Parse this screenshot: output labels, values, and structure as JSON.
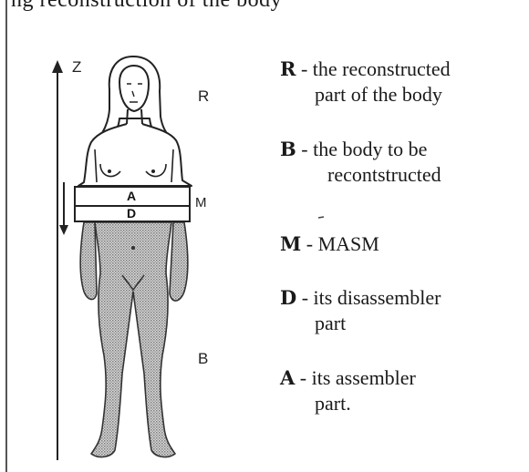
{
  "top_text": "ng  reconstruction of  the body",
  "figure": {
    "axis_label": "Z",
    "region_labels": {
      "r": "R",
      "b": "B",
      "m": "M"
    },
    "band_labels": {
      "a": "A",
      "d": "D"
    }
  },
  "legend": [
    {
      "key": "R",
      "line1": "the reconstructed",
      "line2": "part of the body"
    },
    {
      "key": "B",
      "line1": "the body to be",
      "line2": "recontstructed"
    },
    {
      "key": "M",
      "line1": "MASM",
      "line2": ""
    },
    {
      "key": "D",
      "line1": "its disassembler",
      "line2": "part"
    },
    {
      "key": "A",
      "line1": "its assembler",
      "line2": "part."
    }
  ]
}
